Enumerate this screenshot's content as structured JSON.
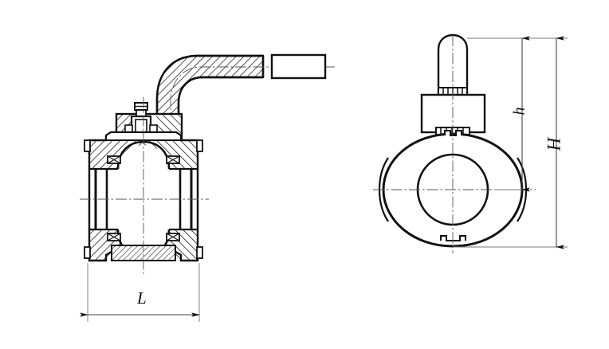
{
  "drawing": {
    "title": "Ball valve with lever handle — sectional and side view",
    "background_color": "#ffffff",
    "line_color": "#111111",
    "hatch_color": "#111111",
    "centerline_color": "#555555",
    "dimension_line_color": "#444444"
  },
  "views": {
    "front": {
      "name": "front-sectional-view",
      "description": "Ball valve body in section with bent lever handle"
    },
    "side": {
      "name": "side-view",
      "description": "Circular valve body with concentric bore, stem and handle stub"
    }
  },
  "dimensions": {
    "length": {
      "label": "L",
      "orientation": "horizontal",
      "view": "front-sectional-view"
    },
    "height_to_center": {
      "label": "h",
      "orientation": "vertical",
      "view": "side-view"
    },
    "height_total": {
      "label": "H",
      "orientation": "vertical",
      "view": "side-view"
    }
  }
}
